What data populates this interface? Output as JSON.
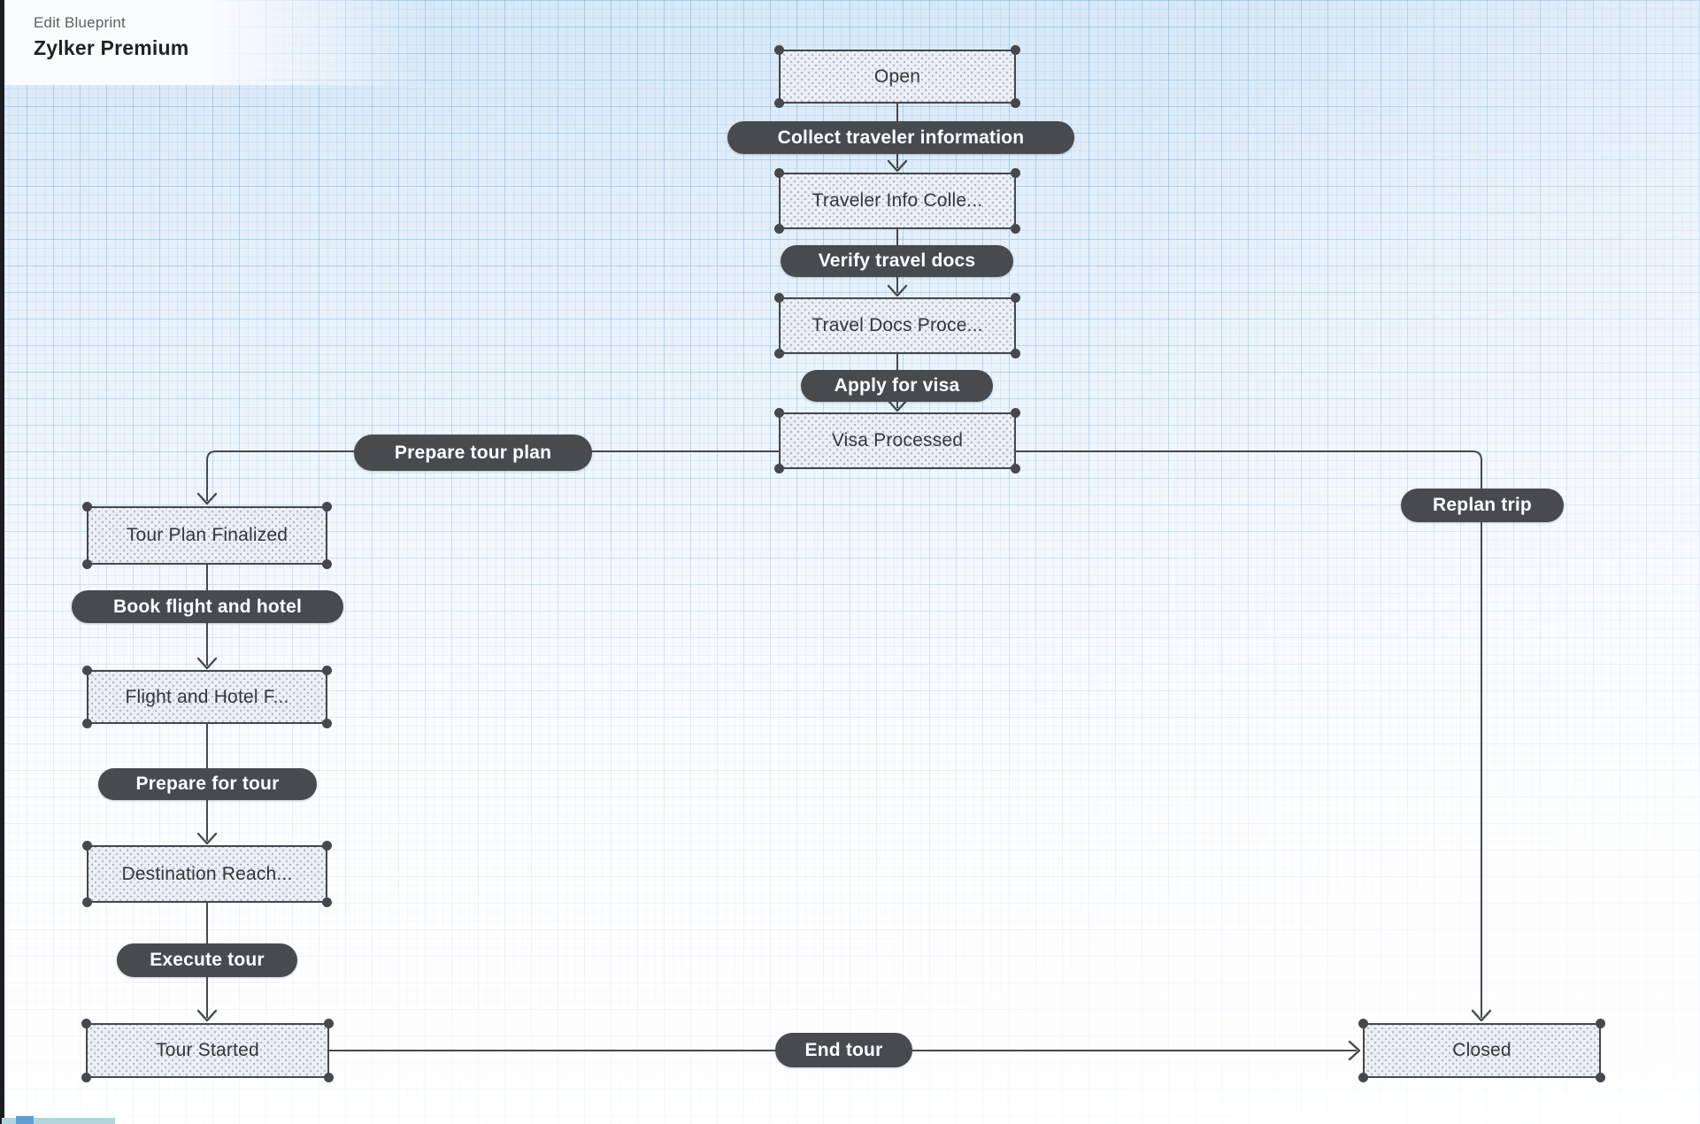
{
  "header": {
    "breadcrumb": "Edit Blueprint",
    "title": "Zylker Premium"
  },
  "canvas": {
    "states": [
      {
        "label": "Open"
      },
      {
        "label": "Traveler Info Colle..."
      },
      {
        "label": "Travel Docs Proce..."
      },
      {
        "label": "Visa Processed"
      },
      {
        "label": "Tour Plan Finalized"
      },
      {
        "label": "Flight and Hotel F..."
      },
      {
        "label": "Destination Reach..."
      },
      {
        "label": "Tour Started"
      },
      {
        "label": "Closed"
      }
    ],
    "transitions": [
      {
        "label": "Collect traveler information"
      },
      {
        "label": "Verify travel docs"
      },
      {
        "label": "Apply for visa"
      },
      {
        "label": "Prepare tour plan"
      },
      {
        "label": "Replan trip"
      },
      {
        "label": "Book flight and hotel"
      },
      {
        "label": "Prepare for tour"
      },
      {
        "label": "Execute tour"
      },
      {
        "label": "End tour"
      }
    ],
    "flow": [
      "Open -> Collect traveler information -> Traveler Info Colle...",
      "Traveler Info Colle... -> Verify travel docs -> Travel Docs Proce...",
      "Travel Docs Proce... -> Apply for visa -> Visa Processed",
      "Visa Processed -> Prepare tour plan -> Tour Plan Finalized",
      "Visa Processed -> Replan trip -> Closed",
      "Tour Plan Finalized -> Book flight and hotel -> Flight and Hotel F...",
      "Flight and Hotel F... -> Prepare for tour -> Destination Reach...",
      "Destination Reach... -> Execute tour -> Tour Started",
      "Tour Started -> End tour -> Closed"
    ]
  },
  "colors": {
    "transition_pill": "#484b4e",
    "state_fill": "#eaf0f6",
    "state_border": "#45484c",
    "connector_line": "#46494d",
    "grid_line": "#a6cdee",
    "canvas_top": "#d7e8f7",
    "canvas_bottom": "#fcfdff"
  }
}
